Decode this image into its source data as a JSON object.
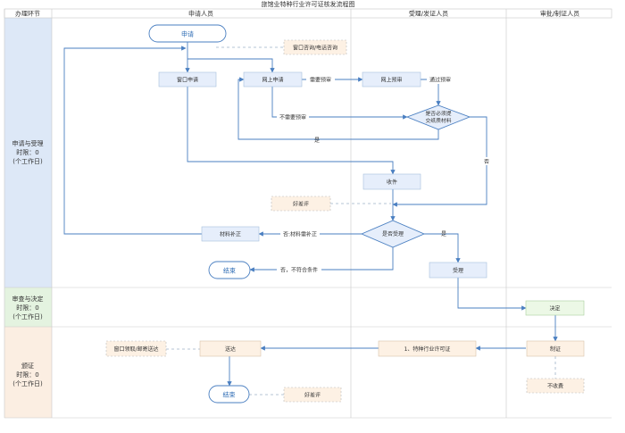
{
  "title": "旅馆业特种行业许可证核发流程图",
  "columns": {
    "phase": "办理环节",
    "applicant": "申请人员",
    "accept": "受理/发证人员",
    "approve": "审批/制证人员"
  },
  "phases": {
    "p1": {
      "name": "申请与受理",
      "limit": "时限：0",
      "unit": "(个工作日)"
    },
    "p2": {
      "name": "审查与决定",
      "limit": "时限：0",
      "unit": "(个工作日)"
    },
    "p3": {
      "name": "颁证",
      "limit": "时限：0",
      "unit": "(个工作日)"
    }
  },
  "nodes": {
    "apply": "申请",
    "consult": "窗口咨询/电话咨询",
    "window_apply": "窗口申请",
    "online_apply": "网上申请",
    "online_precheck": "网上预审",
    "need_precheck": "需要预审",
    "pass_precheck": "通过预审",
    "no_precheck": "不需要预审",
    "must_submit_1": "是否必须提",
    "must_submit_2": "交纸质材料",
    "yes": "是",
    "no": "否",
    "receive": "收件",
    "review_good": "好差评",
    "accept_decision": "是否受理",
    "supplement_label": "否:材料需补正",
    "supplement": "材料补正",
    "reject_label": "否，不符合条件",
    "end": "结束",
    "accepted": "受理",
    "decision": "决定",
    "license": "1、特种行业许可证",
    "make_license": "制证",
    "no_fee": "不收费",
    "delivery": "送达",
    "pickup": "窗口领取/邮寄送达"
  }
}
